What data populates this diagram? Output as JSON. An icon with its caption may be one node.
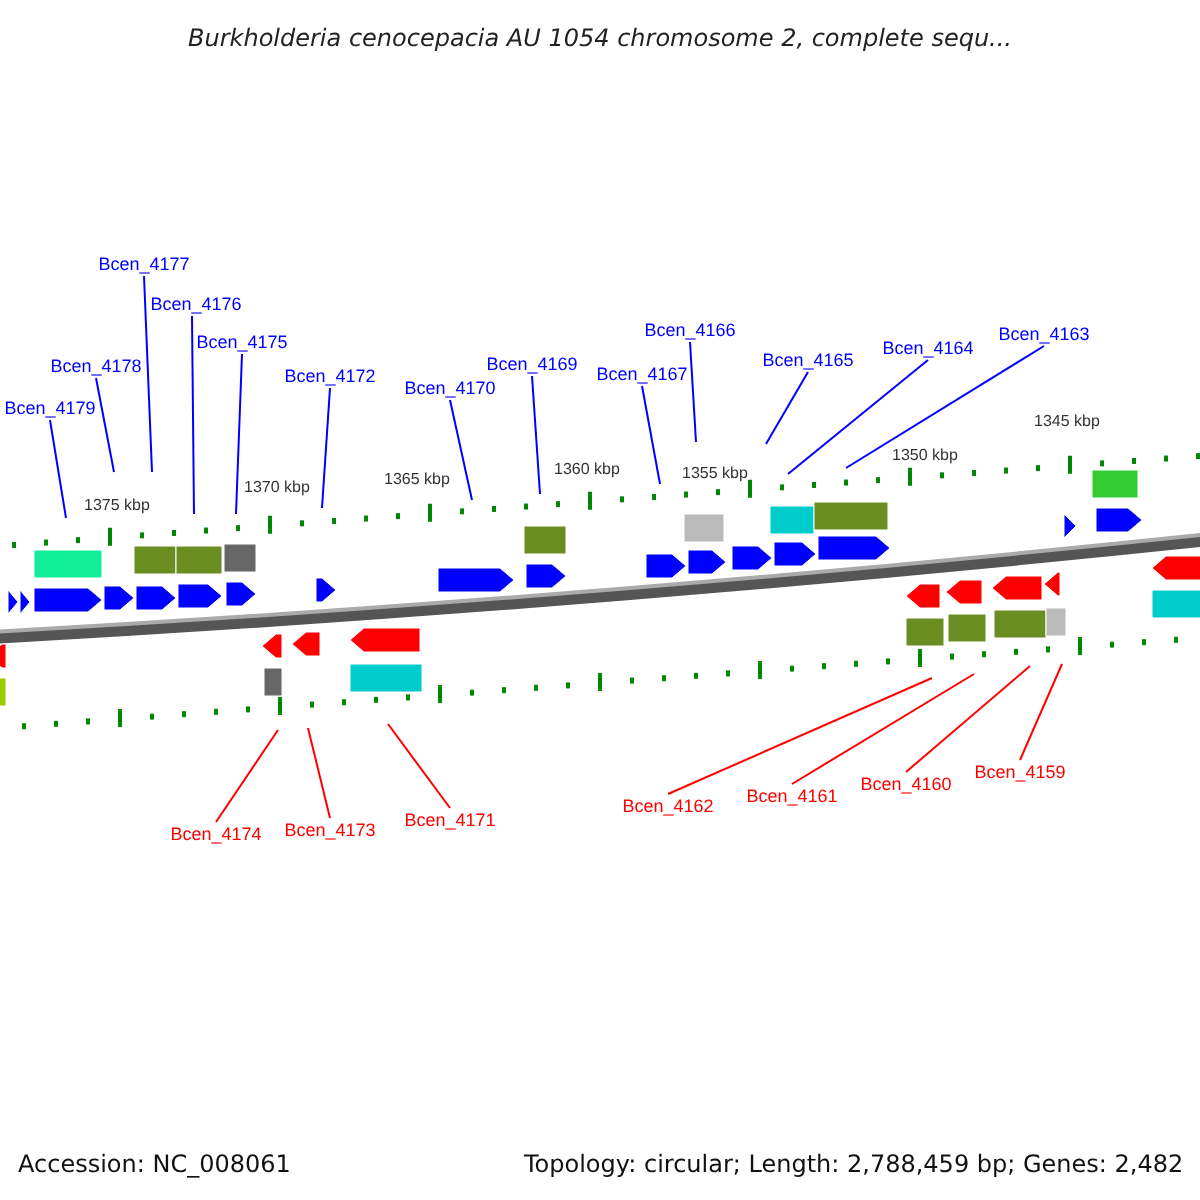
{
  "diagram": {
    "title": "Burkholderia cenocepacia AU 1054 chromosome 2, complete sequ...",
    "nodes": [
      {
        "text": [
          "Bcen_4179"
        ]
      },
      {
        "text": [
          "Bcen_4178"
        ]
      },
      {
        "text": [
          "Bcen_4177"
        ]
      },
      {
        "text": [
          "Bcen_4176"
        ]
      },
      {
        "text": [
          "Bcen_4175"
        ]
      },
      {
        "text": [
          "Bcen_4172"
        ]
      },
      {
        "text": [
          "Bcen_4170"
        ]
      },
      {
        "text": [
          "Bcen_4169"
        ]
      },
      {
        "text": [
          "Bcen_4167"
        ]
      },
      {
        "text": [
          "Bcen_4166"
        ]
      },
      {
        "text": [
          "Bcen_4165"
        ]
      },
      {
        "text": [
          "Bcen_4164"
        ]
      },
      {
        "text": [
          "Bcen_4163"
        ]
      },
      {
        "text": [
          "Bcen_4174"
        ]
      },
      {
        "text": [
          "Bcen_4173"
        ]
      },
      {
        "text": [
          "Bcen_4171"
        ]
      },
      {
        "text": [
          "Bcen_4162"
        ]
      },
      {
        "text": [
          "Bcen_4161"
        ]
      },
      {
        "text": [
          "Bcen_4160"
        ]
      },
      {
        "text": [
          "Bcen_4159"
        ]
      }
    ],
    "edges": [
      {
        "from": 0,
        "to": null,
        "arrow": "none"
      },
      {
        "from": 1,
        "to": null,
        "arrow": "none"
      },
      {
        "from": 2,
        "to": null,
        "arrow": "none"
      },
      {
        "from": 3,
        "to": null,
        "arrow": "none"
      },
      {
        "from": 4,
        "to": null,
        "arrow": "none"
      },
      {
        "from": 5,
        "to": null,
        "arrow": "none"
      },
      {
        "from": 6,
        "to": null,
        "arrow": "none"
      },
      {
        "from": 7,
        "to": null,
        "arrow": "none"
      },
      {
        "from": 8,
        "to": null,
        "arrow": "none"
      },
      {
        "from": 9,
        "to": null,
        "arrow": "none"
      },
      {
        "from": 10,
        "to": null,
        "arrow": "none"
      },
      {
        "from": 11,
        "to": null,
        "arrow": "none"
      },
      {
        "from": 12,
        "to": null,
        "arrow": "none"
      },
      {
        "from": 13,
        "to": null,
        "arrow": "none",
        "color": "#ff0000"
      },
      {
        "from": 14,
        "to": null,
        "arrow": "none",
        "color": "#ff0000"
      },
      {
        "from": 15,
        "to": null,
        "arrow": "none",
        "color": "#ff0000"
      },
      {
        "from": 16,
        "to": null,
        "arrow": "none",
        "color": "#ff0000"
      },
      {
        "from": 17,
        "to": null,
        "arrow": "none",
        "color": "#ff0000"
      },
      {
        "from": 18,
        "to": null,
        "arrow": "none",
        "color": "#ff0000"
      },
      {
        "from": 19,
        "to": null,
        "arrow": "none",
        "color": "#ff0000"
      }
    ],
    "labels": [
      "1375 kbp",
      "1370 kbp",
      "1365 kbp",
      "1360 kbp",
      "1355 kbp",
      "1350 kbp",
      "1345 kbp",
      "Accession: NC_008061",
      "Topology: circular; Length: 2,788,459 bp; Genes: 2,482"
    ]
  }
}
